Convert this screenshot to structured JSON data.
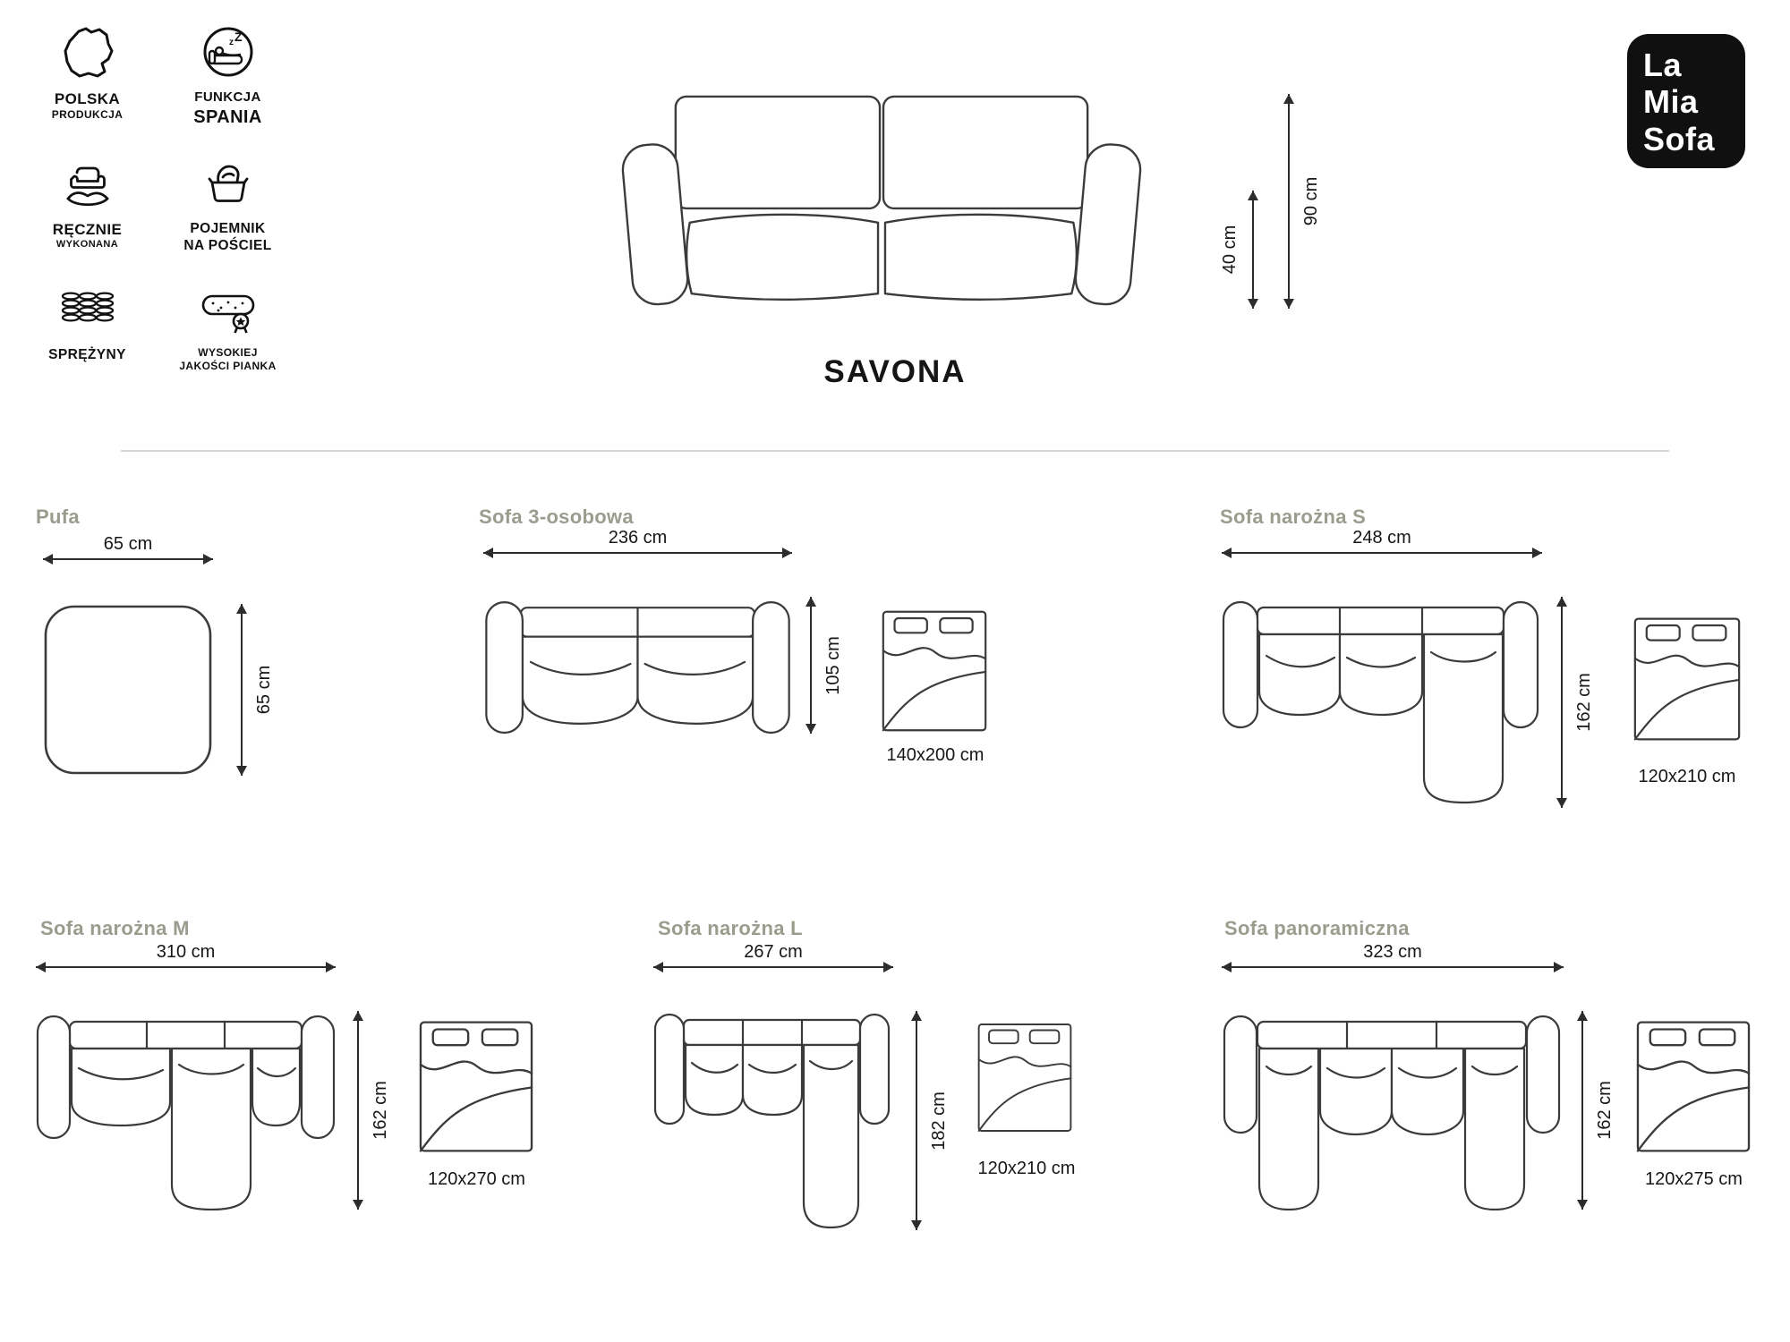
{
  "logo": {
    "line1": "La",
    "line2": "Mia",
    "line3": "Sofa"
  },
  "features": [
    {
      "icon": "poland-map-icon",
      "line1": "POLSKA",
      "line2": "PRODUKCJA"
    },
    {
      "icon": "sleep-function-icon",
      "line1": "FUNKCJA",
      "line2": "SPANIA"
    },
    {
      "icon": "handmade-icon",
      "line1": "RĘCZNIE",
      "line2": "WYKONANA"
    },
    {
      "icon": "bedding-storage-icon",
      "line1": "POJEMNIK",
      "line2": "NA POŚCIEL"
    },
    {
      "icon": "springs-icon",
      "line1": "SPRĘŻYNY",
      "line2": ""
    },
    {
      "icon": "foam-quality-icon",
      "line1": "WYSOKIEJ",
      "line2": "JAKOŚCI PIANKA"
    }
  ],
  "hero": {
    "title": "SAVONA",
    "total_height": "90 cm",
    "seat_height": "40 cm"
  },
  "variants": [
    {
      "name": "Pufa",
      "width": "65 cm",
      "depth": "65 cm"
    },
    {
      "name": "Sofa 3-osobowa",
      "width": "236 cm",
      "depth": "105 cm",
      "bed_size": "140x200 cm"
    },
    {
      "name": "Sofa narożna S",
      "width": "248 cm",
      "depth": "162 cm",
      "bed_size": "120x210 cm"
    },
    {
      "name": "Sofa narożna M",
      "width": "310 cm",
      "depth": "162 cm",
      "bed_size": "120x270 cm"
    },
    {
      "name": "Sofa narożna L",
      "width": "267 cm",
      "depth": "182 cm",
      "bed_size": "120x210 cm"
    },
    {
      "name": "Sofa panoramiczna",
      "width": "323 cm",
      "depth": "162 cm",
      "bed_size": "120x275 cm"
    }
  ],
  "colors": {
    "variant_title": "#9c9c8e",
    "line_art": "#3b3b3b",
    "dimension_text": "#161616",
    "logo_bg": "#101010"
  }
}
